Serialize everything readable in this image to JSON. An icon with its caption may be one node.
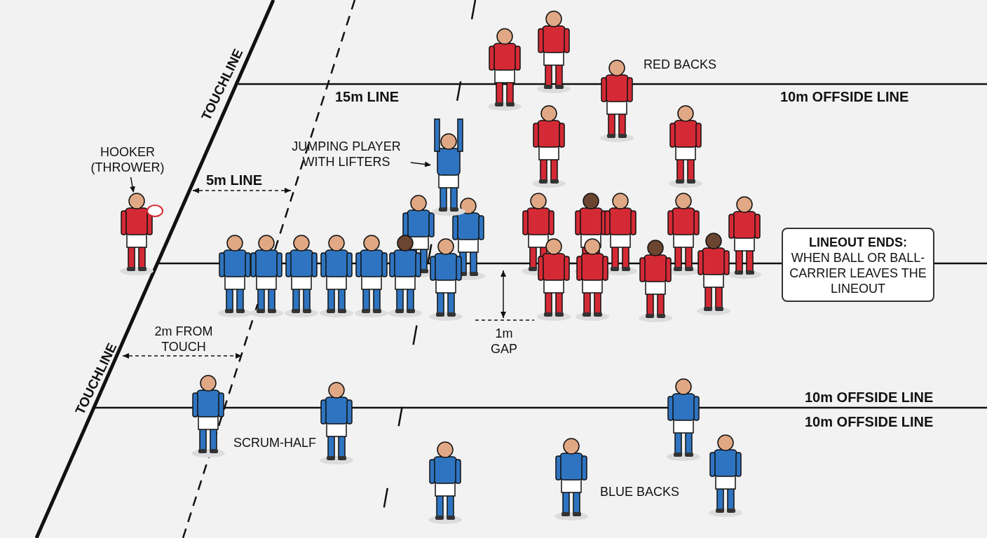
{
  "diagram": {
    "nodes": [
      {
        "text": [
          "HOOKER (THROWER)"
        ]
      },
      {
        "text": [],
        "shape": "picture"
      },
      {
        "text": [
          "JUMPING PLAYER WITH LIFTERS"
        ]
      },
      {
        "text": [],
        "shape": "picture"
      },
      {
        "text": [
          "LINEOUT ENDS:",
          "WHEN BALL OR BALL-CARRIER LEAVES THE LINEOUT"
        ]
      }
    ],
    "edges": [
      {
        "from": 0,
        "to": 1,
        "arrow": "to"
      },
      {
        "from": 2,
        "to": 3,
        "arrow": "to"
      }
    ],
    "labels": [
      "RED BACKS",
      "TOUCHLINE",
      "15m LINE",
      "10m OFFSIDE LINE",
      "5m LINE",
      "2m FROM TOUCH",
      "1m GAP",
      "TOUCHLINE",
      "10m OFFSIDE LINE",
      "10m OFFSIDE LINE",
      "SCRUM-HALF",
      "BLUE BACKS"
    ]
  }
}
